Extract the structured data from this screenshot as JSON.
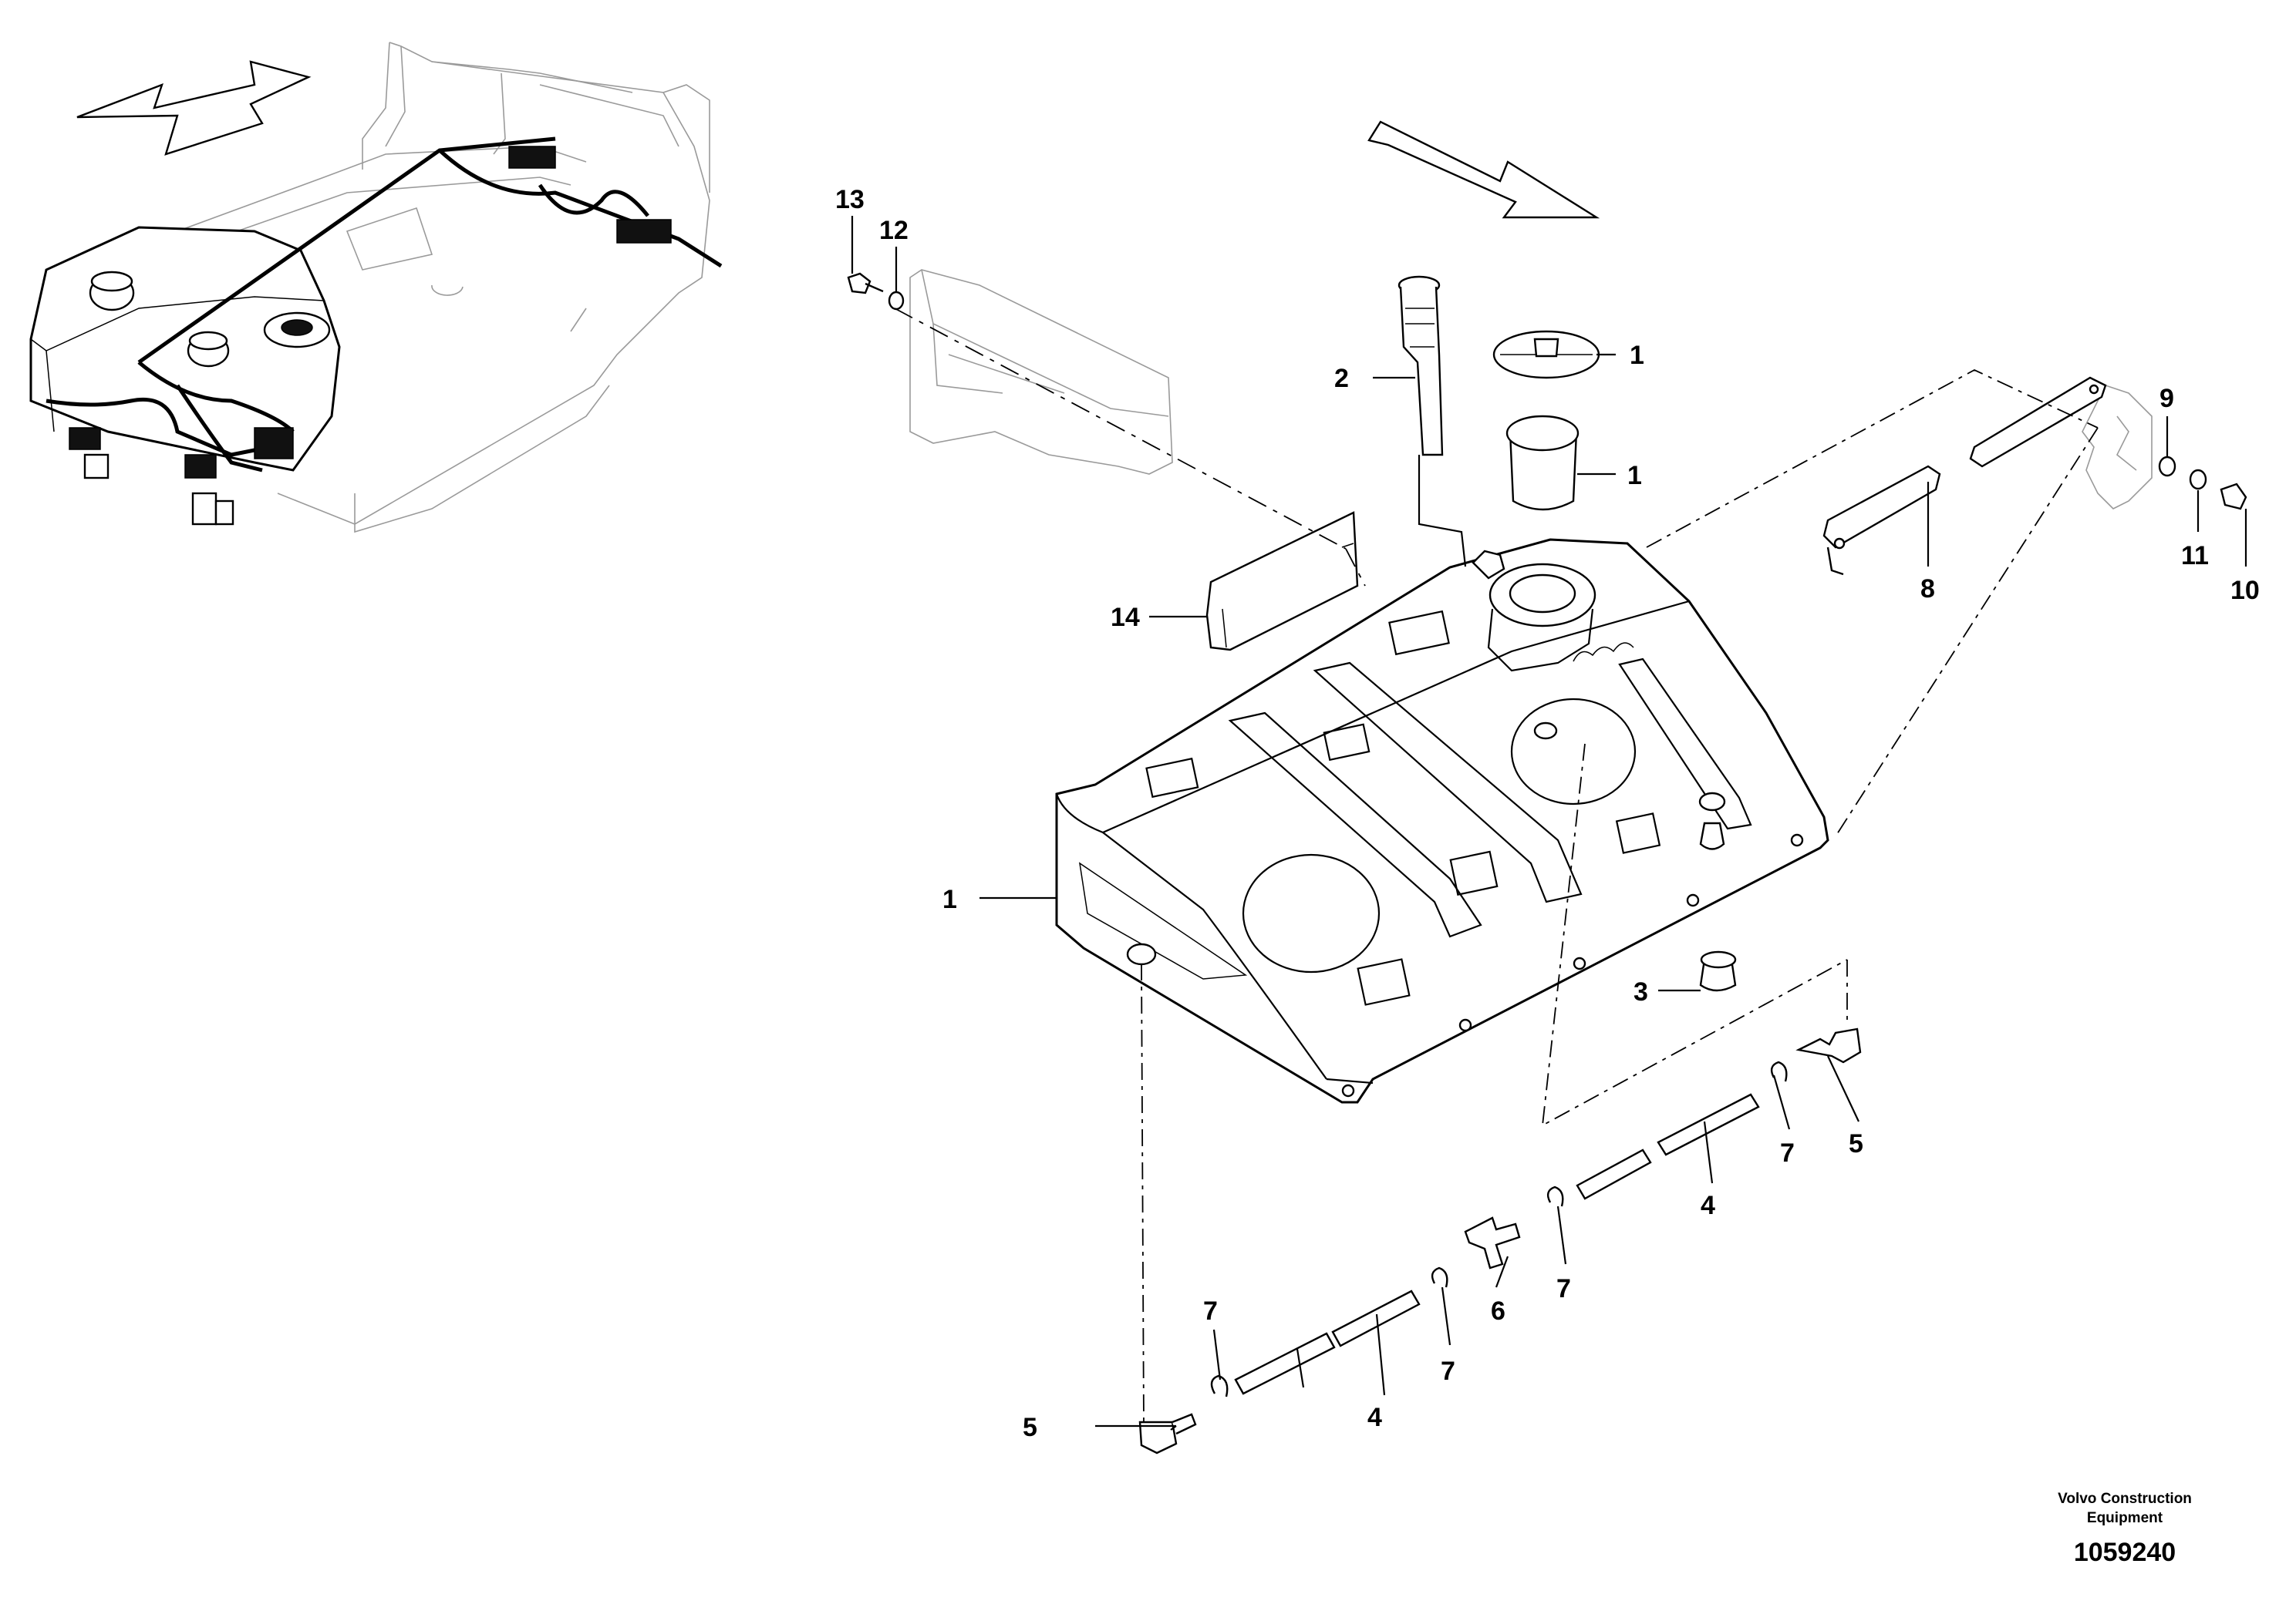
{
  "diagram": {
    "callouts": [
      {
        "id": "c1a",
        "text": "1"
      },
      {
        "id": "c1b",
        "text": "1"
      },
      {
        "id": "c1c",
        "text": "1"
      },
      {
        "id": "c2",
        "text": "2"
      },
      {
        "id": "c3",
        "text": "3"
      },
      {
        "id": "c4a",
        "text": "4"
      },
      {
        "id": "c4b",
        "text": "4"
      },
      {
        "id": "c5a",
        "text": "5"
      },
      {
        "id": "c5b",
        "text": "5"
      },
      {
        "id": "c6",
        "text": "6"
      },
      {
        "id": "c7a",
        "text": "7"
      },
      {
        "id": "c7b",
        "text": "7"
      },
      {
        "id": "c7c",
        "text": "7"
      },
      {
        "id": "c7d",
        "text": "7"
      },
      {
        "id": "c8",
        "text": "8"
      },
      {
        "id": "c9",
        "text": "9"
      },
      {
        "id": "c10",
        "text": "10"
      },
      {
        "id": "c11",
        "text": "11"
      },
      {
        "id": "c12",
        "text": "12"
      },
      {
        "id": "c13",
        "text": "13"
      },
      {
        "id": "c14",
        "text": "14"
      }
    ],
    "credit_line1": "Volvo Construction",
    "credit_line2": "Equipment",
    "document_number": "1059240"
  }
}
